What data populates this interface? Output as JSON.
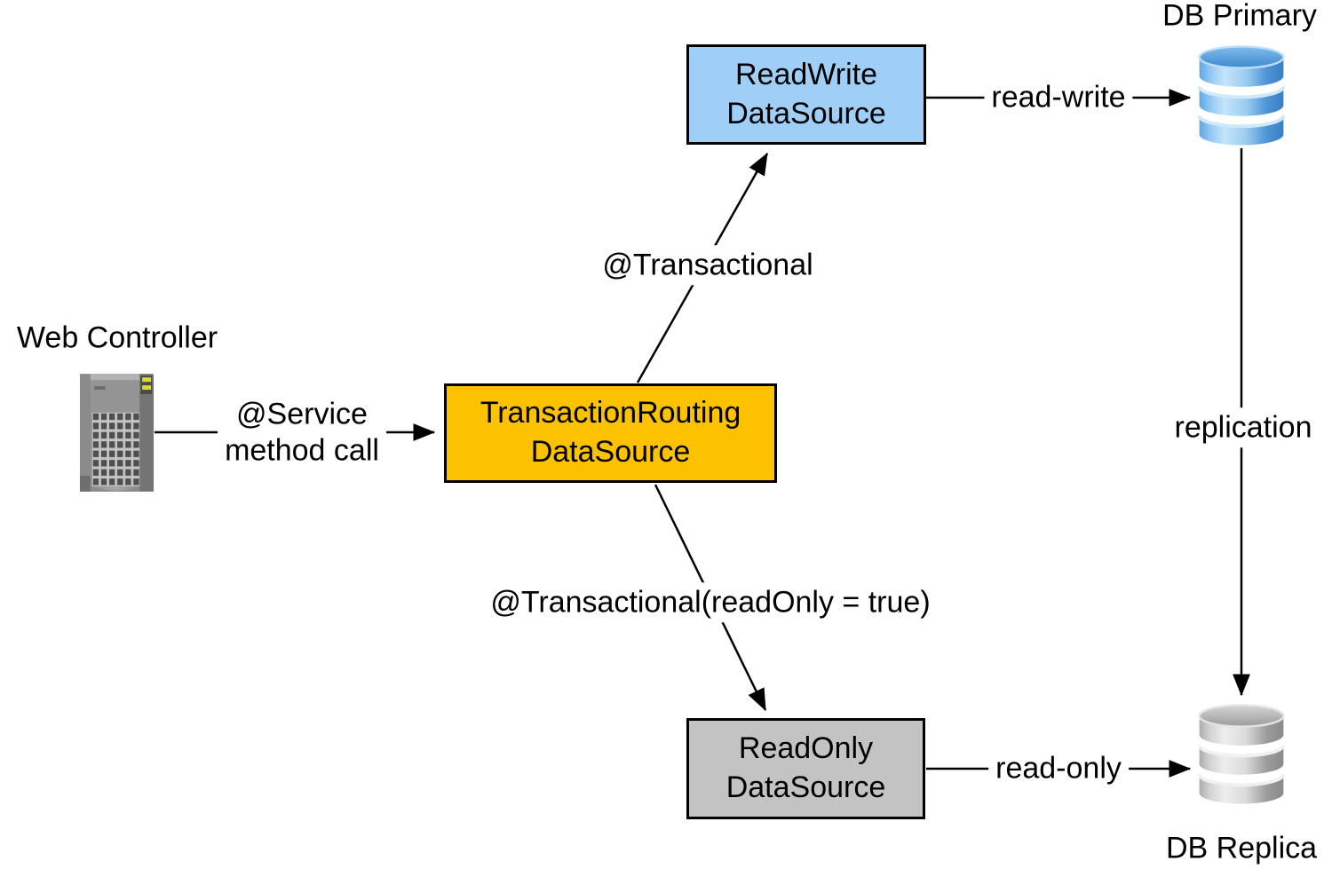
{
  "nodes": {
    "web_controller": {
      "label": "Web Controller",
      "icon": "server-tower-icon"
    },
    "routing": {
      "line1": "TransactionRouting",
      "line2": "DataSource",
      "fill": "#FCC200",
      "border": "#000000"
    },
    "readwrite": {
      "line1": "ReadWrite",
      "line2": "DataSource",
      "fill": "#9FCFF7",
      "border": "#000000"
    },
    "readonly": {
      "line1": "ReadOnly",
      "line2": "DataSource",
      "fill": "#C3C3C3",
      "border": "#000000"
    },
    "db_primary": {
      "label": "DB Primary",
      "icon": "database-cylinder-icon",
      "color": "#4D9EE0"
    },
    "db_replica": {
      "label": "DB Replica",
      "icon": "database-cylinder-icon",
      "color": "#ABABAB"
    }
  },
  "edges": {
    "service_call": {
      "line1": "@Service",
      "line2": "method call"
    },
    "transactional": {
      "label": "@Transactional"
    },
    "transactional_readonly": {
      "label": "@Transactional(readOnly = true)"
    },
    "read_write": {
      "label": "read-write"
    },
    "read_only": {
      "label": "read-only"
    },
    "replication": {
      "label": "replication"
    },
    "stroke": "#000000"
  }
}
